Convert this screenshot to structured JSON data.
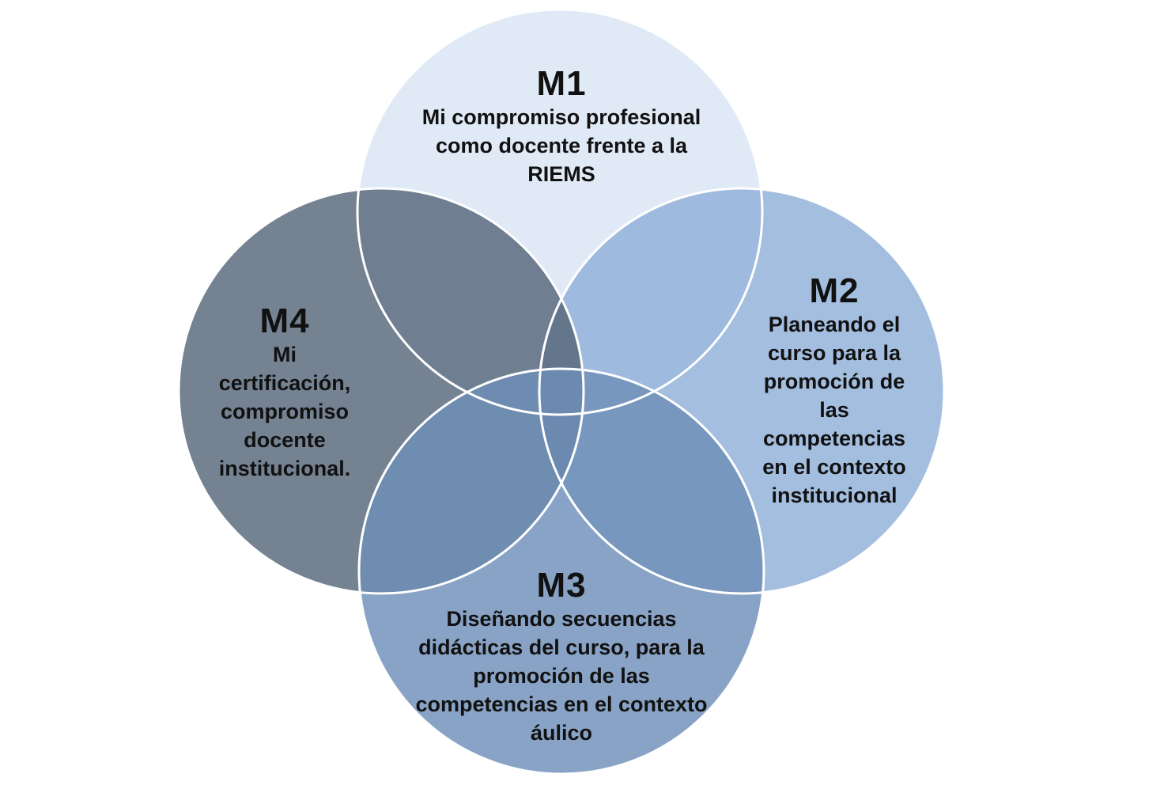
{
  "diagram": {
    "type": "four-circle-venn",
    "circles": [
      {
        "id": "m1",
        "code": "M1",
        "description": "Mi compromiso profesional\ncomo docente frente a la\nRIEMS",
        "fill": "#dbe6f4"
      },
      {
        "id": "m2",
        "code": "M2",
        "description": "Planeando el\ncurso para la\npromoción de\nlas\ncompetencias\nen el contexto\ninstitucional",
        "fill": "#8fb0d8"
      },
      {
        "id": "m3",
        "code": "M3",
        "description": "Diseñando secuencias\ndidácticas del curso, para la\npromoción de las\ncompetencias en el contexto\náulico",
        "fill": "#6e8fb8"
      },
      {
        "id": "m4",
        "code": "M4",
        "description": "Mi\ncertificación,\ncompromiso\ndocente\ninstitucional.",
        "fill": "#56667a"
      }
    ],
    "outline_color": "#ffffff"
  }
}
